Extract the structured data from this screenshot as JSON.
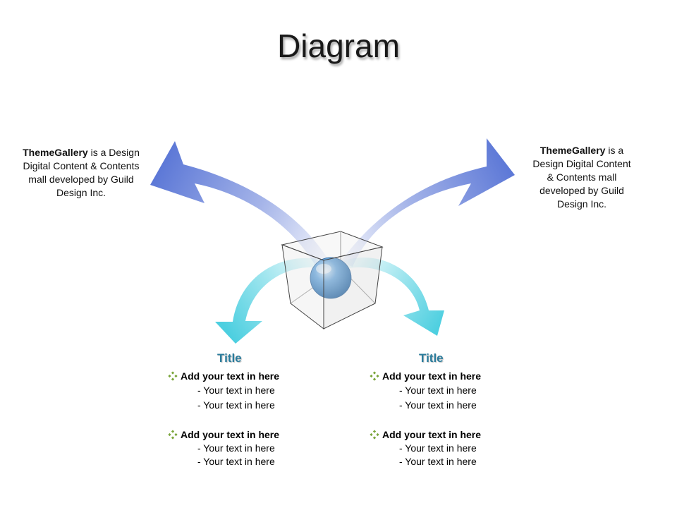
{
  "slide": {
    "title": "Diagram"
  },
  "side_texts": {
    "left": {
      "brand": "ThemeGallery",
      "rest": " is a Design Digital Content & Contents mall developed by Guild Design Inc."
    },
    "right": {
      "brand": "ThemeGallery",
      "rest": " is a Design Digital Content & Contents mall developed by Guild Design Inc."
    }
  },
  "columns": [
    {
      "title": "Title",
      "groups": [
        {
          "heading": "Add your text in here",
          "items": [
            "- Your text in here",
            "- Your text in here"
          ]
        },
        {
          "heading": "Add your text in here",
          "items": [
            "- Your text in here",
            "- Your text in here"
          ]
        }
      ]
    },
    {
      "title": "Title",
      "groups": [
        {
          "heading": "Add your text in here",
          "items": [
            "- Your text in here",
            "- Your text in here"
          ]
        },
        {
          "heading": "Add your text in here",
          "items": [
            "- Your text in here",
            "- Your text in here"
          ]
        }
      ]
    }
  ],
  "colors": {
    "upper_arrow": "#5a76d6",
    "lower_arrow": "#4dcfe0",
    "title_accent": "#2b7c9c",
    "bullet": "#7aa53a"
  },
  "icons": {
    "bullet": "diamond-bullet-icon",
    "center": "sphere-in-cube"
  }
}
